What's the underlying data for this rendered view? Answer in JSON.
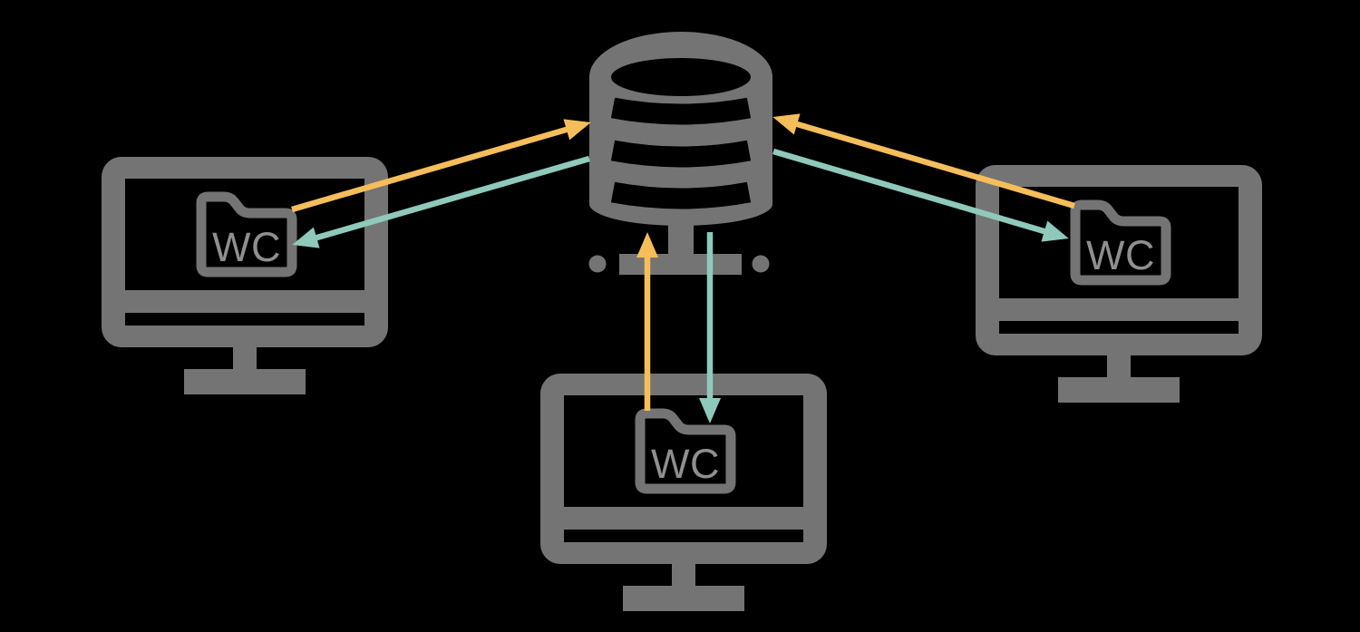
{
  "colors": {
    "background": "#000000",
    "icon": "#747474",
    "label": "#8f8f8f",
    "commit": "#f6bd5b",
    "update": "#8fc9bc"
  },
  "repository": {
    "icon": "database-icon"
  },
  "workstations": [
    {
      "id": "left",
      "icon": "monitor-icon",
      "folder_icon": "folder-icon",
      "label": "WC"
    },
    {
      "id": "right",
      "icon": "monitor-icon",
      "folder_icon": "folder-icon",
      "label": "WC"
    },
    {
      "id": "bottom",
      "icon": "monitor-icon",
      "folder_icon": "folder-icon",
      "label": "WC"
    }
  ],
  "arrows": [
    {
      "name": "commit-arrow-left",
      "from": "workstation-left",
      "to": "repository",
      "color": "#f6bd5b"
    },
    {
      "name": "update-arrow-left",
      "from": "repository",
      "to": "workstation-left",
      "color": "#8fc9bc"
    },
    {
      "name": "commit-arrow-right",
      "from": "workstation-right",
      "to": "repository",
      "color": "#f6bd5b"
    },
    {
      "name": "update-arrow-right",
      "from": "repository",
      "to": "workstation-right",
      "color": "#8fc9bc"
    },
    {
      "name": "commit-arrow-bottom",
      "from": "workstation-bottom",
      "to": "repository",
      "color": "#f6bd5b"
    },
    {
      "name": "update-arrow-bottom",
      "from": "repository",
      "to": "workstation-bottom",
      "color": "#8fc9bc"
    }
  ]
}
